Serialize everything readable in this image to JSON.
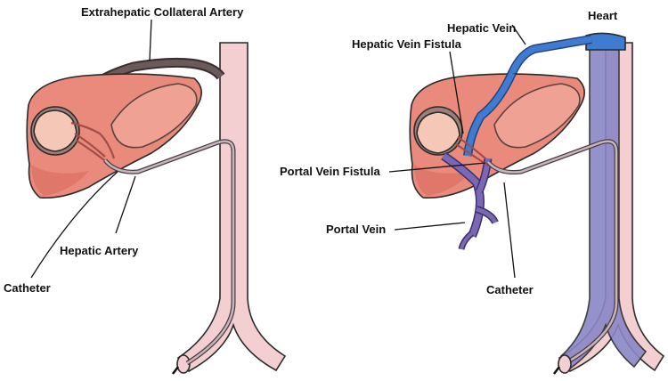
{
  "colors": {
    "liver": "#e98a7c",
    "liver_shadow": "#d7685c",
    "liver_highlight": "#f2aa9c",
    "aorta": "#f4cfd2",
    "tumor": "#9b7f78",
    "tumor_pale": "#f5c7b6",
    "collateral": "#6a5a5a",
    "vein_blue": "#3f7bd1",
    "portal_purple": "#7a68b5",
    "vena_cava": "#8a86c6",
    "catheter": "#9c8790"
  },
  "left_panel": {
    "labels": {
      "extrahepatic_collateral_artery": "Extrahepatic Collateral Artery",
      "hepatic_artery": "Hepatic Artery",
      "catheter": "Catheter"
    }
  },
  "right_panel": {
    "labels": {
      "heart": "Heart",
      "hepatic_vein": "Hepatic Vein",
      "hepatic_vein_fistula": "Hepatic Vein Fistula",
      "portal_vein_fistula": "Portal Vein Fistula",
      "portal_vein": "Portal Vein",
      "catheter": "Catheter"
    }
  }
}
